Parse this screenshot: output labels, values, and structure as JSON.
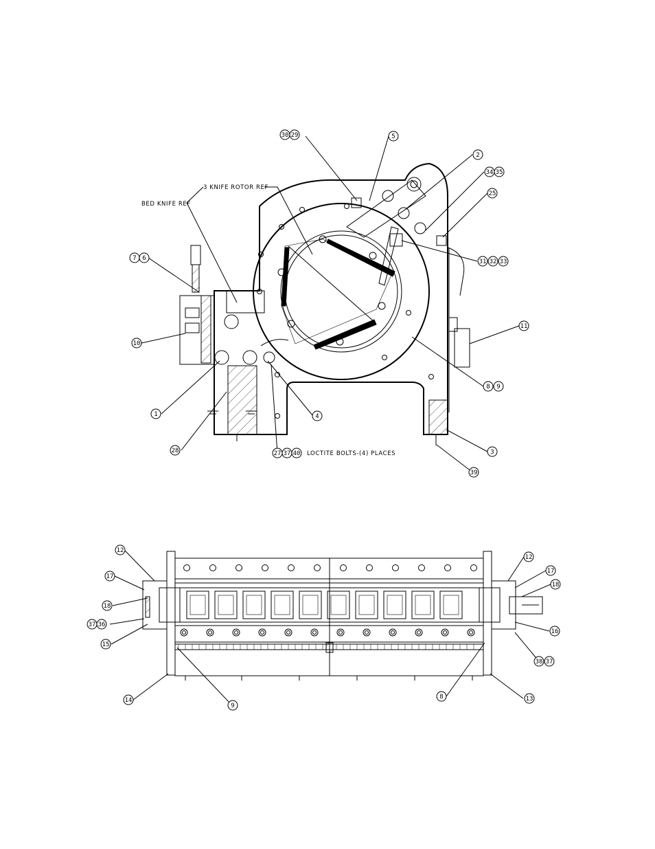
{
  "callouts_top": [
    "30",
    "29",
    "5",
    "2",
    "34",
    "35",
    "25",
    "31",
    "32",
    "33",
    "11",
    "8",
    "9",
    "3",
    "39",
    "27",
    "37",
    "40",
    "4",
    "28",
    "1",
    "10",
    "7",
    "6"
  ],
  "notes": {
    "rotor_ref": "3 KNIFE ROTOR REF",
    "bed_knife_ref": "BED KNIFE REF",
    "loctite": "LOCTITE BOLTS-(4) PLACES"
  },
  "callouts_bottom": [
    "12",
    "17",
    "18",
    "37",
    "36",
    "15",
    "14",
    "9",
    "12",
    "17",
    "18",
    "16",
    "38",
    "37",
    "8",
    "13"
  ]
}
